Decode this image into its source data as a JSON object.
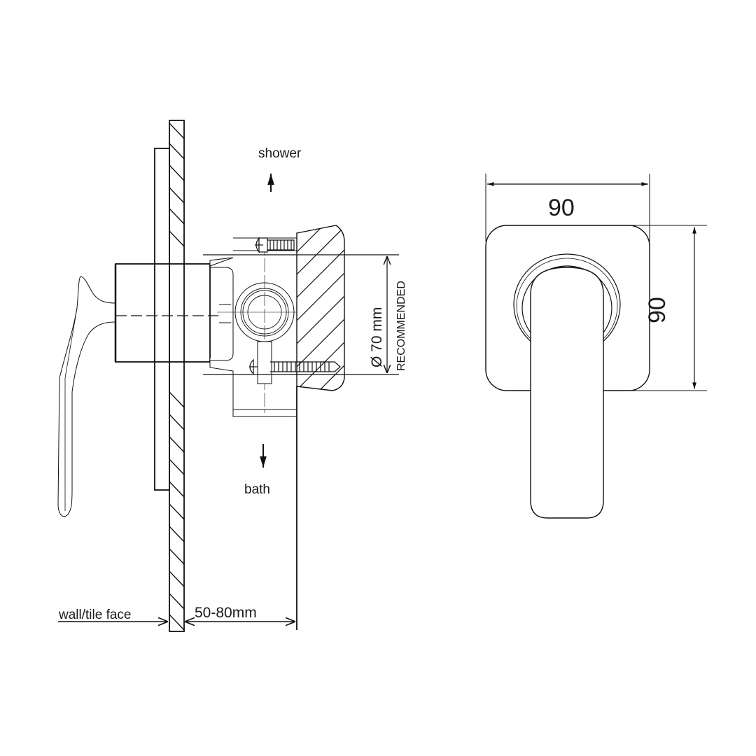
{
  "side_view": {
    "label_shower": "shower",
    "label_bath": "bath",
    "label_wall": "wall/tile face",
    "label_depth": "50-80mm",
    "label_diameter": "Ø 70 mm",
    "label_recommended": "RECOMMENDED"
  },
  "front_view": {
    "width_label": "90",
    "height_label": "90"
  },
  "colors": {
    "line": "#111111",
    "background": "#ffffff"
  }
}
